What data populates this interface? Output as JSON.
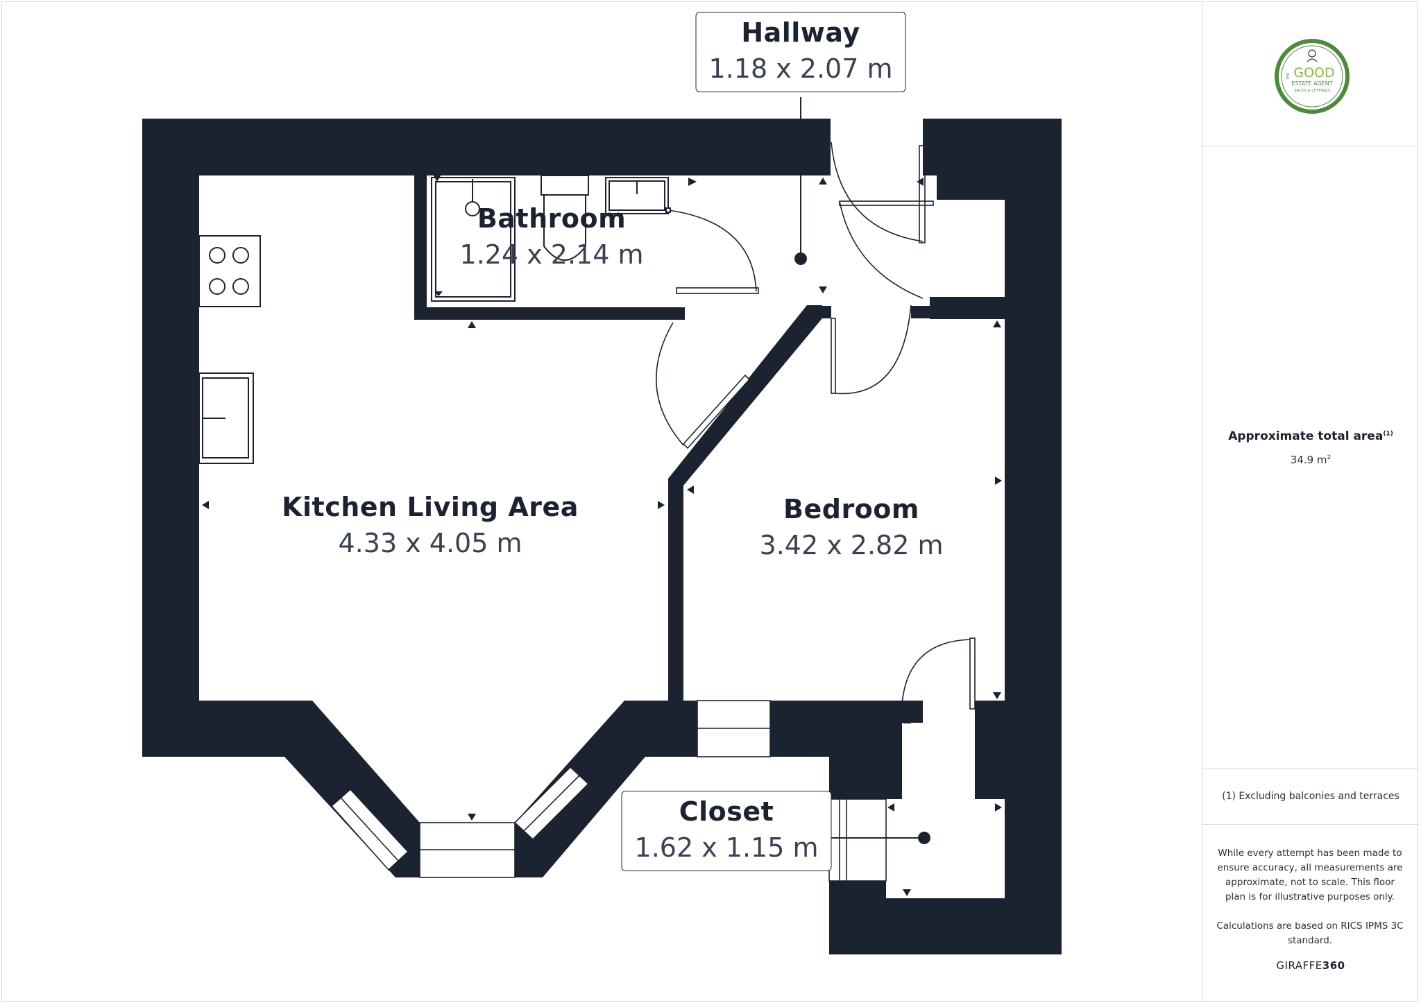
{
  "rooms": {
    "hallway": {
      "name": "Hallway",
      "dimensions": "1.18 x 2.07 m"
    },
    "bathroom": {
      "name": "Bathroom",
      "dimensions": "1.24 x 2.14 m"
    },
    "kitchen": {
      "name": "Kitchen Living Area",
      "dimensions": "4.33 x 4.05 m"
    },
    "bedroom": {
      "name": "Bedroom",
      "dimensions": "3.42 x 2.82 m"
    },
    "closet": {
      "name": "Closet",
      "dimensions": "1.62 x 1.15 m"
    }
  },
  "sidebar": {
    "logo": {
      "line1": "THE",
      "line2": "GOOD",
      "line3": "ESTATE AGENT",
      "line4": "SALES & LETTINGS"
    },
    "area_title": "Approximate total area",
    "area_title_note": "(1)",
    "area_value": "34.9 m",
    "area_value_unit_sup": "2",
    "footnote": "(1) Excluding balconies and terraces",
    "disclaimer": "While every attempt has been made to ensure accuracy, all measurements are approximate, not to scale. This floor plan is for illustrative purposes only.",
    "calc_note": "Calculations are based on RICS IPMS 3C standard.",
    "brand_light": "GIRAFFE",
    "brand_bold": "360"
  },
  "colors": {
    "wall": "#1c2330",
    "logo_green": "#4f8a3c",
    "border": "#d8d8d8"
  }
}
